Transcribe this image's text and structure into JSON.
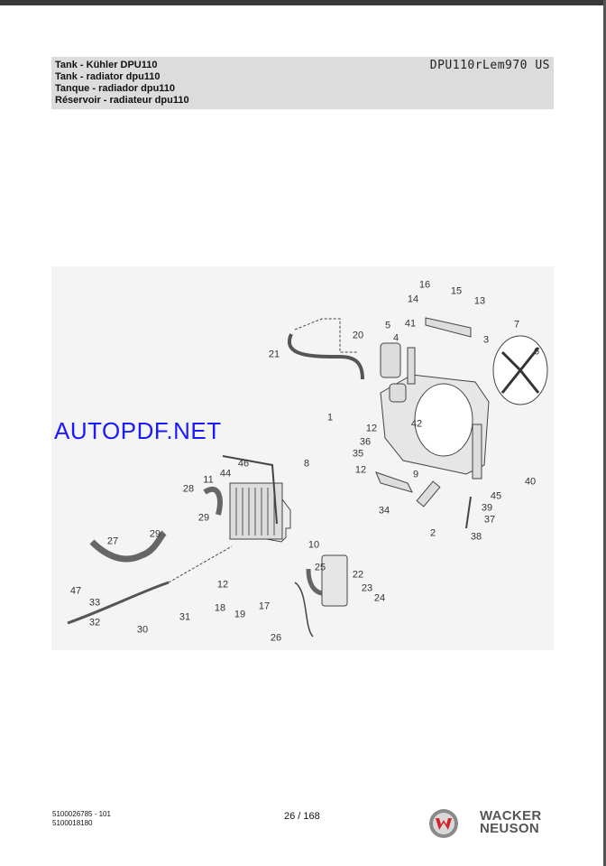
{
  "header": {
    "titles": [
      "Tank - Kühler DPU110",
      "Tank - radiator dpu110",
      "Tanque - radiador dpu110",
      "Réservoir - radiateur dpu110"
    ],
    "model": "DPU110rLem970 US"
  },
  "diagram": {
    "callouts": [
      "16",
      "15",
      "14",
      "13",
      "5",
      "20",
      "4",
      "7",
      "3",
      "6",
      "41",
      "21",
      "1",
      "42",
      "12",
      "36",
      "35",
      "12",
      "9",
      "40",
      "34",
      "45",
      "39",
      "37",
      "2",
      "38",
      "46",
      "44",
      "8",
      "11",
      "28",
      "29",
      "29",
      "27",
      "10",
      "25",
      "22",
      "12",
      "23",
      "24",
      "47",
      "33",
      "32",
      "31",
      "30",
      "18",
      "19",
      "17",
      "26"
    ]
  },
  "watermark": "AUTOPDF.NET",
  "footer": {
    "doc_number": "5100026785 - 101",
    "doc_number_2": "5100018180",
    "page": "26 / 168",
    "brand_line1": "WACKER",
    "brand_line2": "NEUSON"
  }
}
